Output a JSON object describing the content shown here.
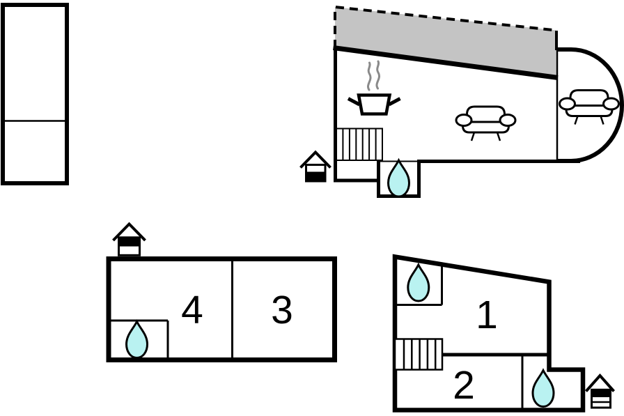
{
  "floorplan": {
    "colors": {
      "background": "#ffffff",
      "wall": "#000000",
      "terrace_fill": "#c4c4c4",
      "water_drop_fill": "#b9f2f1",
      "steam_stroke": "#8a8a8a"
    },
    "rooms": [
      {
        "label": "1"
      },
      {
        "label": "2"
      },
      {
        "label": "3"
      },
      {
        "label": "4"
      }
    ],
    "icons": {
      "water_drop": "water-drop-icon (bathroom)",
      "sofa": "sofa-icon (lounge)",
      "stove": "stove-pot-icon (kitchen)",
      "stairs": "stairs-icon",
      "entrance": "entrance-house-icon",
      "terrace": "terrace-area (dashed outline)"
    }
  }
}
